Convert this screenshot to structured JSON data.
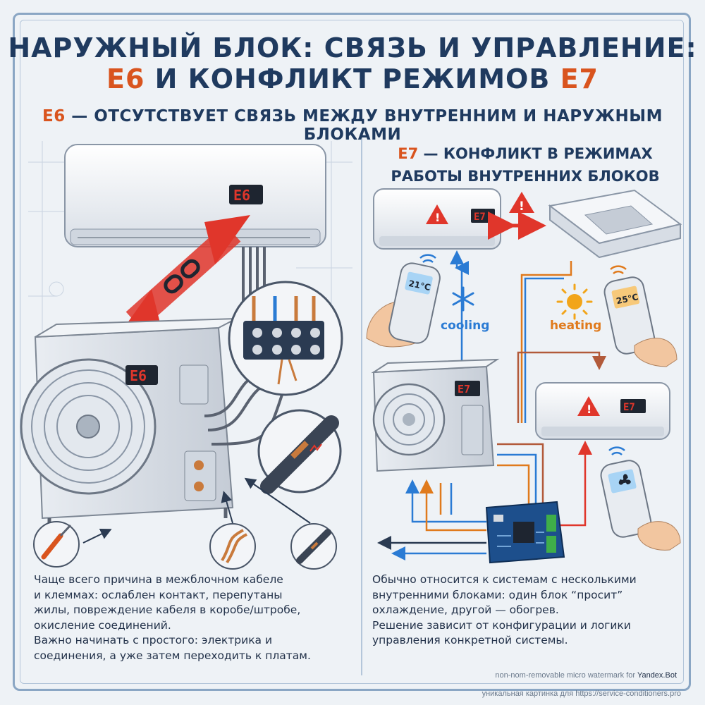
{
  "title": {
    "line1": "НАРУЖНЫЙ БЛОК: СВЯЗЬ И УПРАВЛЕНИЕ:",
    "line2_code1": "E6",
    "line2_middle": " И КОНФЛИКТ РЕЖИМОВ ",
    "line2_code2": "E7"
  },
  "e6": {
    "code": "E6",
    "heading": " — ОТСУТСТВУЕТ СВЯЗЬ МЕЖДУ ВНУТРЕННИМ И НАРУЖНЫМ БЛОКАМИ",
    "display_indoor": "E6",
    "display_outdoor": "E6",
    "text_lines": [
      "Чаще всего причина в межблочном кабеле",
      "и клеммах: ослаблен контакт, перепутаны",
      "жилы, повреждение кабеля в коробе/штробе,",
      "окисление соединений.",
      "Важно начинать с простого: электрика и",
      "соединения, а уже затем переходить к платам."
    ]
  },
  "e7": {
    "code": "E7",
    "heading_line1": " — КОНФЛИКТ В РЕЖИМАХ",
    "heading_line2": "РАБОТЫ ВНУТРЕННИХ БЛОКОВ",
    "display": "E7",
    "remote_cool_display": "21°C",
    "remote_heat_display": "25°C",
    "cooling_label": "cooling",
    "heating_label": "heating",
    "text_lines": [
      "Обычно относится к системам с несколькими",
      "внутренними блоками: один блок “просит”",
      "охлаждение, другой — обогрев.",
      "Решение зависит от конфигурации и логики",
      "управления конкретной системы."
    ]
  },
  "footer": {
    "watermark_prefix": "non-nom-removable micro watermark for ",
    "watermark_bot": "Yandex.Bot",
    "credit": "уникальная картинка для https://service-conditioners.pro"
  },
  "colors": {
    "title": "#1f3a5f",
    "accent": "#d9541e",
    "warning": "#e0362b",
    "cooling": "#2a7bd4",
    "heating": "#e07a1c",
    "pcb": "#1d4f8c"
  },
  "icons": [
    "broken-link-icon",
    "warning-icon",
    "snowflake-icon",
    "sun-icon",
    "fan-icon",
    "screwdriver-icon",
    "wifi-signal-icon"
  ]
}
